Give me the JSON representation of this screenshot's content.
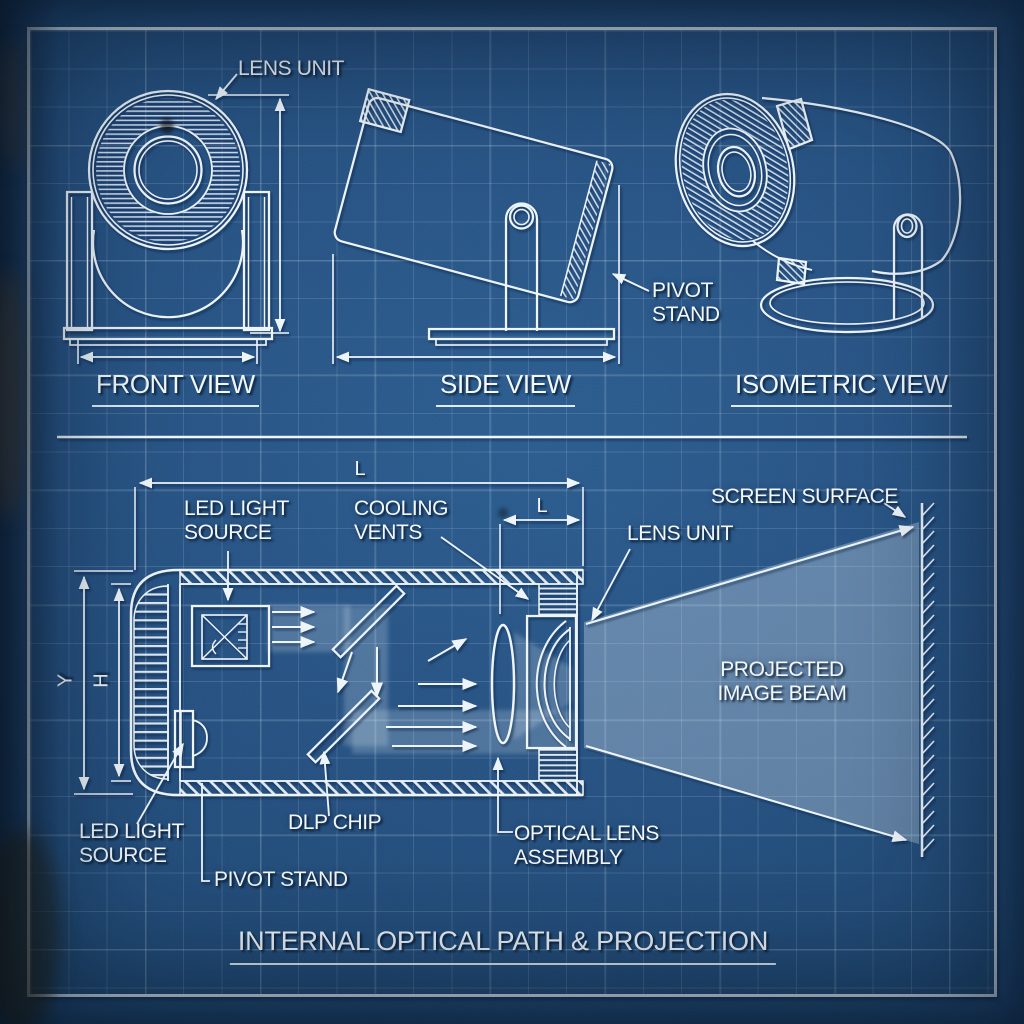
{
  "views": {
    "front": "FRONT VIEW",
    "side": "SIDE VIEW",
    "isometric": "ISOMETRIC VIEW"
  },
  "section_title": "INTERNAL OPTICAL PATH & PROJECTION",
  "labels": {
    "lens_unit_top": "LENS UNIT",
    "pivot_stand_side": "PIVOT STAND",
    "led_light_source_top": "LED LIGHT SOURCE",
    "cooling_vents": "COOLING VENTS",
    "lens_unit_internal": "LENS UNIT",
    "screen_surface": "SCREEN SURFACE",
    "projected_image_beam": "PROJECTED IMAGE BEAM",
    "led_light_source_bottom": "LED LIGHT SOURCE",
    "pivot_stand_internal": "PIVOT STAND",
    "dlp_chip": "DLP CHIP",
    "optical_lens_assembly": "OPTICAL LENS ASSEMBLY"
  },
  "dimensions": {
    "overall_length": "L",
    "lens_length": "L",
    "overall_height": "Y",
    "body_height": "H"
  },
  "colors": {
    "background": "#234f80",
    "line": "#edf4fa",
    "beam": "rgba(235,245,252,0.30)"
  }
}
